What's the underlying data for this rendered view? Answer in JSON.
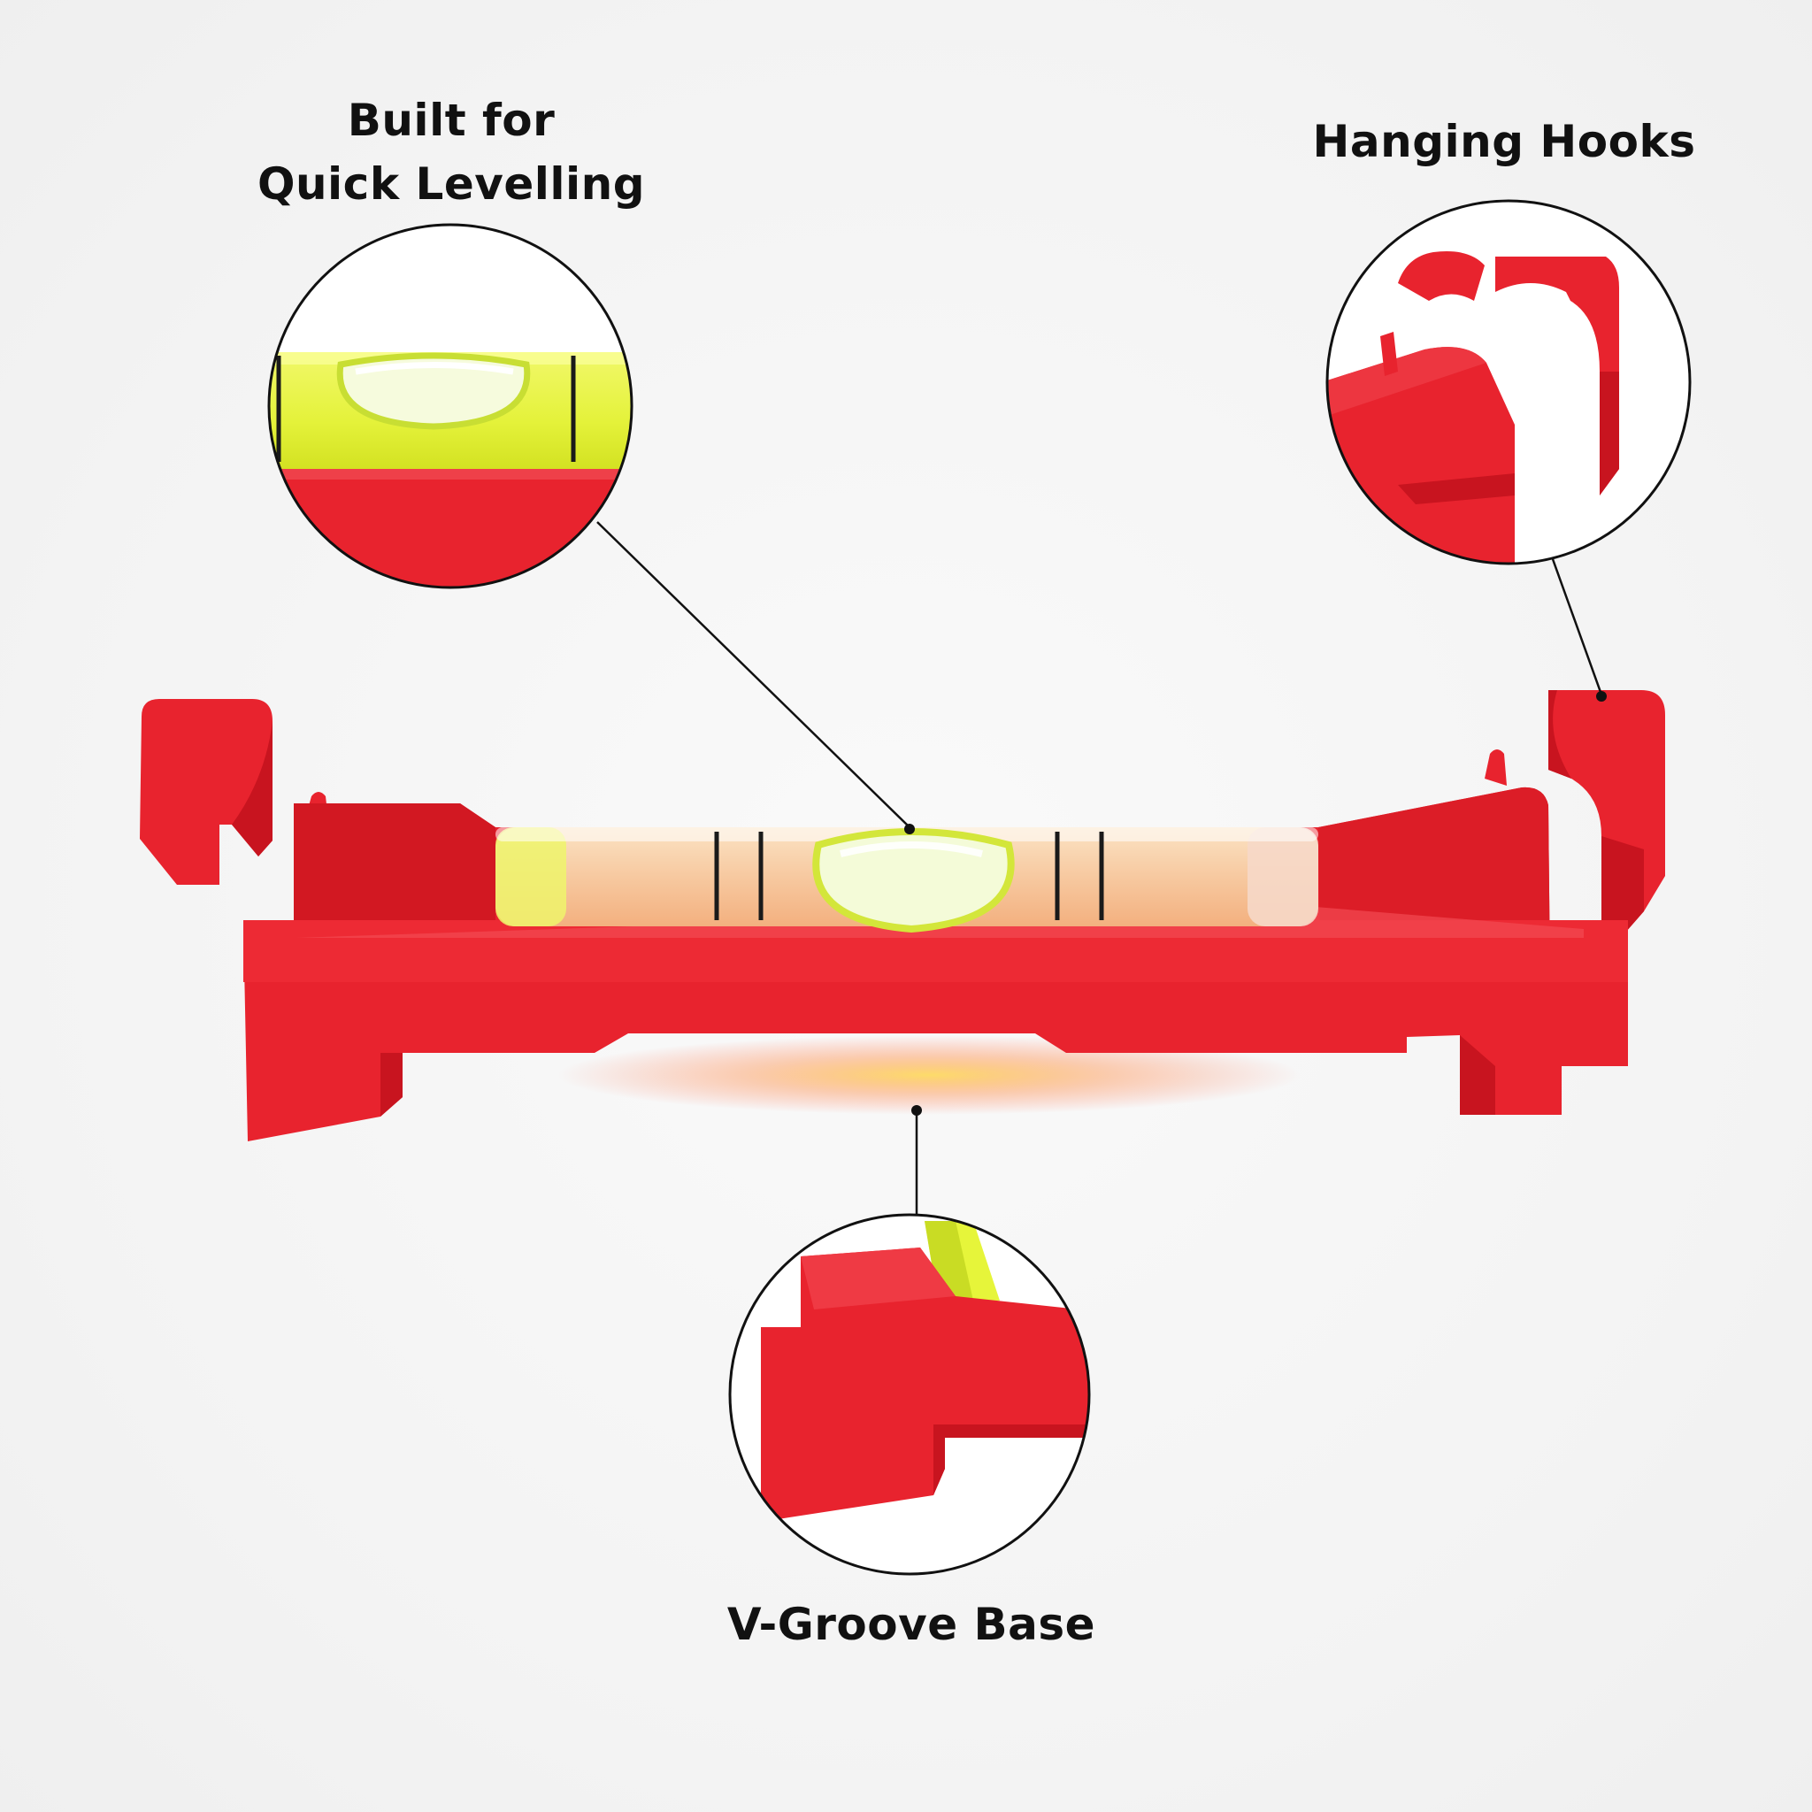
{
  "callouts": {
    "levelling": {
      "line1": "Built for",
      "line2": "Quick Levelling"
    },
    "hooks": {
      "label": "Hanging Hooks"
    },
    "groove": {
      "label": "V-Groove Base"
    }
  },
  "colors": {
    "body_red": "#e8232e",
    "dark_red": "#c8141f",
    "vial_yellow": "#e6f53a",
    "outline": "#111111"
  }
}
